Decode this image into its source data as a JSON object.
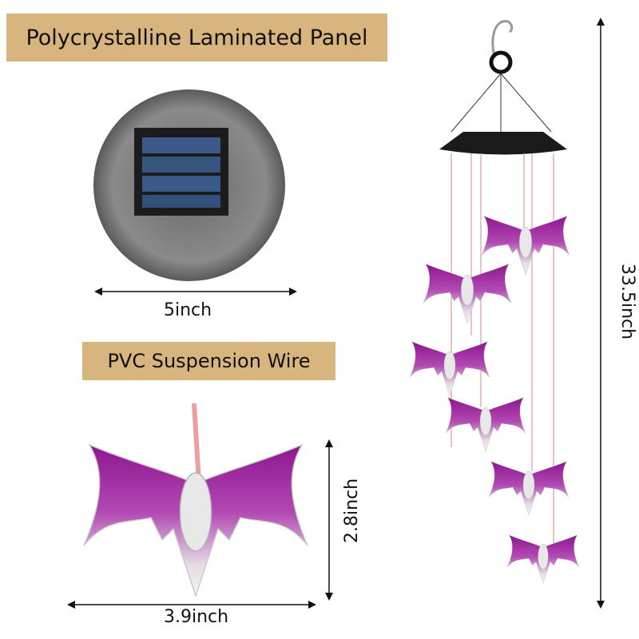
{
  "labels": {
    "panel": "Polycrystalline Laminated Panel",
    "wire": "PVC Suspension Wire"
  },
  "dimensions": {
    "panel_diameter": "5inch",
    "bat_width": "3.9inch",
    "bat_height": "2.8inch",
    "total_length": "33.5inch"
  },
  "colors": {
    "label_bg": "#d8b47f",
    "bat_purple": "#9b1f9a"
  }
}
